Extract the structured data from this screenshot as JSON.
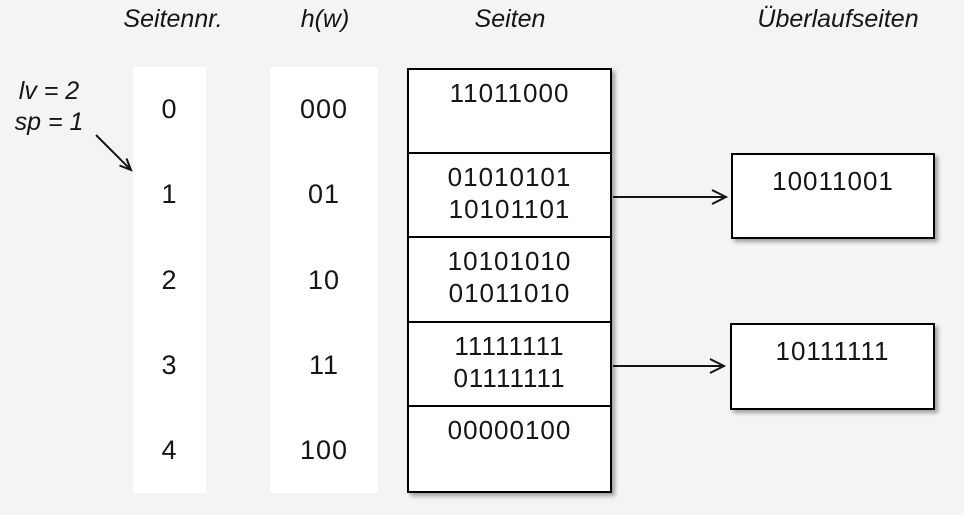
{
  "title": "Lineares Hashing Diagramm",
  "colors": {
    "background": "#f4f4f4",
    "box_fill": "#ffffff",
    "border": "#000000",
    "text": "#151515"
  },
  "annotation": {
    "line1": "lv = 2",
    "line2": "sp = 1"
  },
  "headers": {
    "page_number": "Seitennr.",
    "hash": "h(w)",
    "pages": "Seiten",
    "overflow_pages": "Überlaufseiten"
  },
  "page_numbers": [
    "0",
    "1",
    "2",
    "3",
    "4"
  ],
  "hash_values": [
    "000",
    "01",
    "10",
    "11",
    "100"
  ],
  "pages": {
    "rows": [
      {
        "values": [
          "11011000"
        ]
      },
      {
        "values": [
          "01010101",
          "10101101"
        ]
      },
      {
        "values": [
          "10101010",
          "01011010"
        ]
      },
      {
        "values": [
          "11111111",
          "01111111"
        ]
      },
      {
        "values": [
          "00000100"
        ]
      }
    ]
  },
  "overflow": [
    {
      "value": "10011001",
      "linked_page": "1"
    },
    {
      "value": "10111111",
      "linked_page": "3"
    }
  ]
}
